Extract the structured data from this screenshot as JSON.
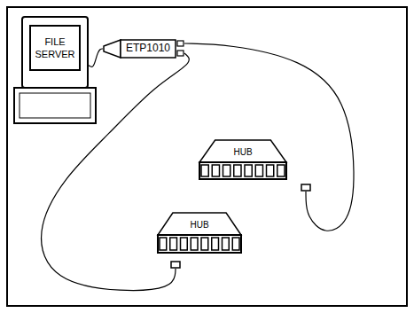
{
  "diagram": {
    "nodes": [
      {
        "text": [
          "FILE SERVER"
        ]
      },
      {
        "text": [
          "ETP1010"
        ]
      },
      {
        "text": [
          "HUB"
        ]
      },
      {
        "text": [
          "HUB"
        ]
      }
    ],
    "edges": [
      {
        "from": 0,
        "to": 1,
        "arrow": "none"
      },
      {
        "from": 1,
        "to": 2,
        "arrow": "none"
      },
      {
        "from": 1,
        "to": 3,
        "arrow": "none"
      }
    ]
  }
}
